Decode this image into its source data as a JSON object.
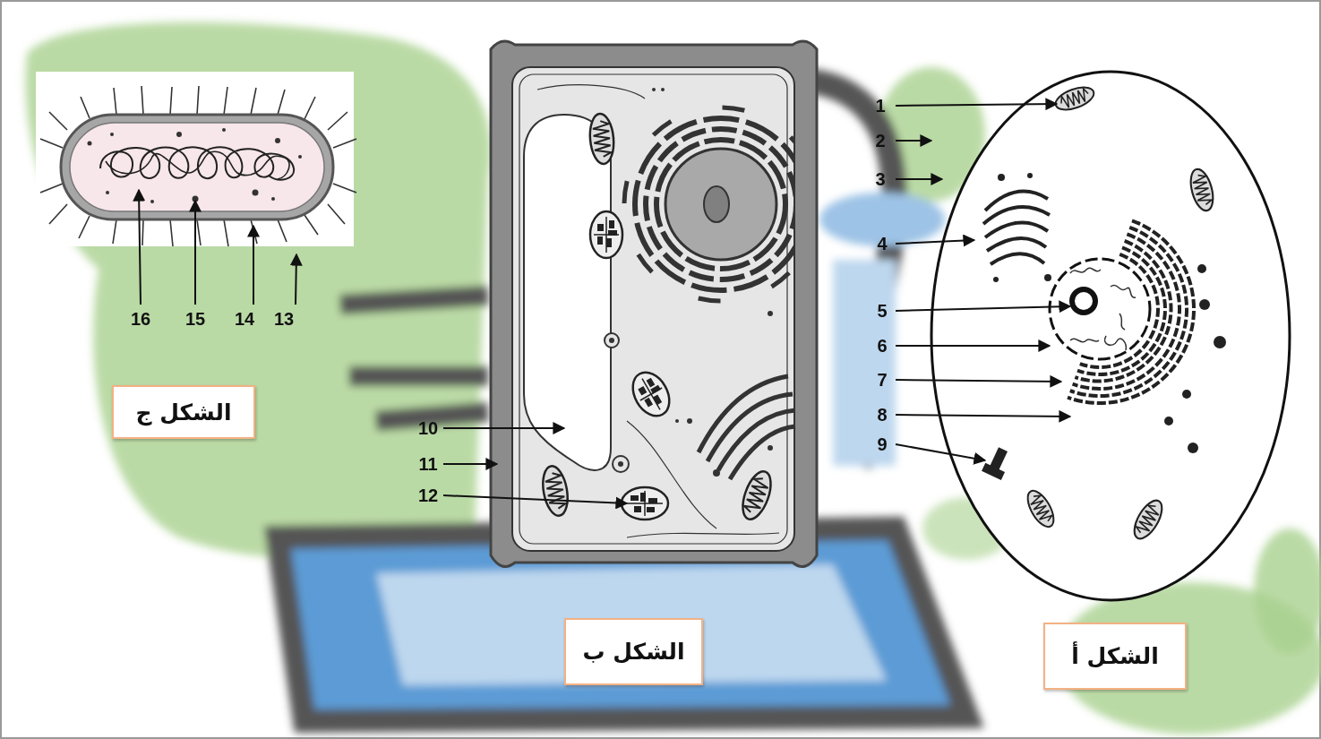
{
  "diagram": {
    "nodes": [
      {
        "text": [
          "الشكل أ"
        ]
      },
      {
        "text": [
          "الشكل ب"
        ]
      },
      {
        "text": [
          "الشكل ج"
        ]
      }
    ],
    "labels": [
      "1",
      "2",
      "3",
      "4",
      "5",
      "6",
      "7",
      "8",
      "9",
      "10",
      "11",
      "12",
      "13",
      "14",
      "15",
      "16"
    ]
  }
}
